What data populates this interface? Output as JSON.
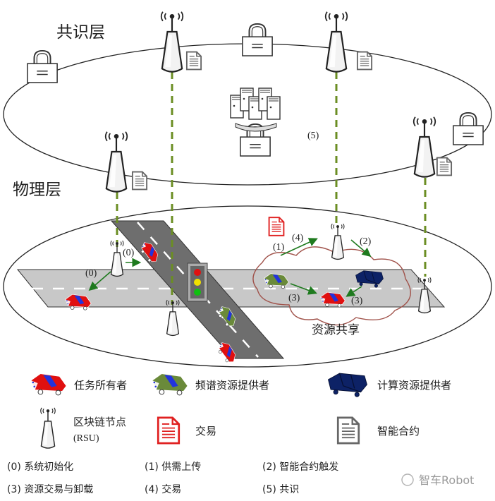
{
  "layers": {
    "consensus": "共识层",
    "physical": "物理层"
  },
  "diagram": {
    "resource_sharing": "资源共享",
    "step_labels": {
      "s0a": "(0)",
      "s0b": "(0)",
      "s1": "(1)",
      "s2": "(2)",
      "s3a": "(3)",
      "s3b": "(3)",
      "s4": "(4)",
      "s5": "(5)"
    }
  },
  "legend": {
    "task_owner": "任务所有者",
    "spectrum_provider": "频谱资源提供者",
    "compute_provider": "计算资源提供者",
    "blockchain_node": "区块链节点",
    "rsu": "(RSU)",
    "transaction": "交易",
    "smart_contract": "智能合约"
  },
  "steps": [
    "(0) 系统初始化",
    "(1) 供需上传",
    "(2) 智能合约触发",
    "(3) 资源交易与卸载",
    "(4) 交易",
    "(5) 共识"
  ],
  "watermark": "智车Robot",
  "colors": {
    "task_owner": "#e01010",
    "spectrum": "#6a8a3a",
    "compute": "#0d2266",
    "arrow": "#1e7a1e",
    "dash": "#6b8e23",
    "transaction": "#e02020",
    "cloud": "#a0524a"
  }
}
